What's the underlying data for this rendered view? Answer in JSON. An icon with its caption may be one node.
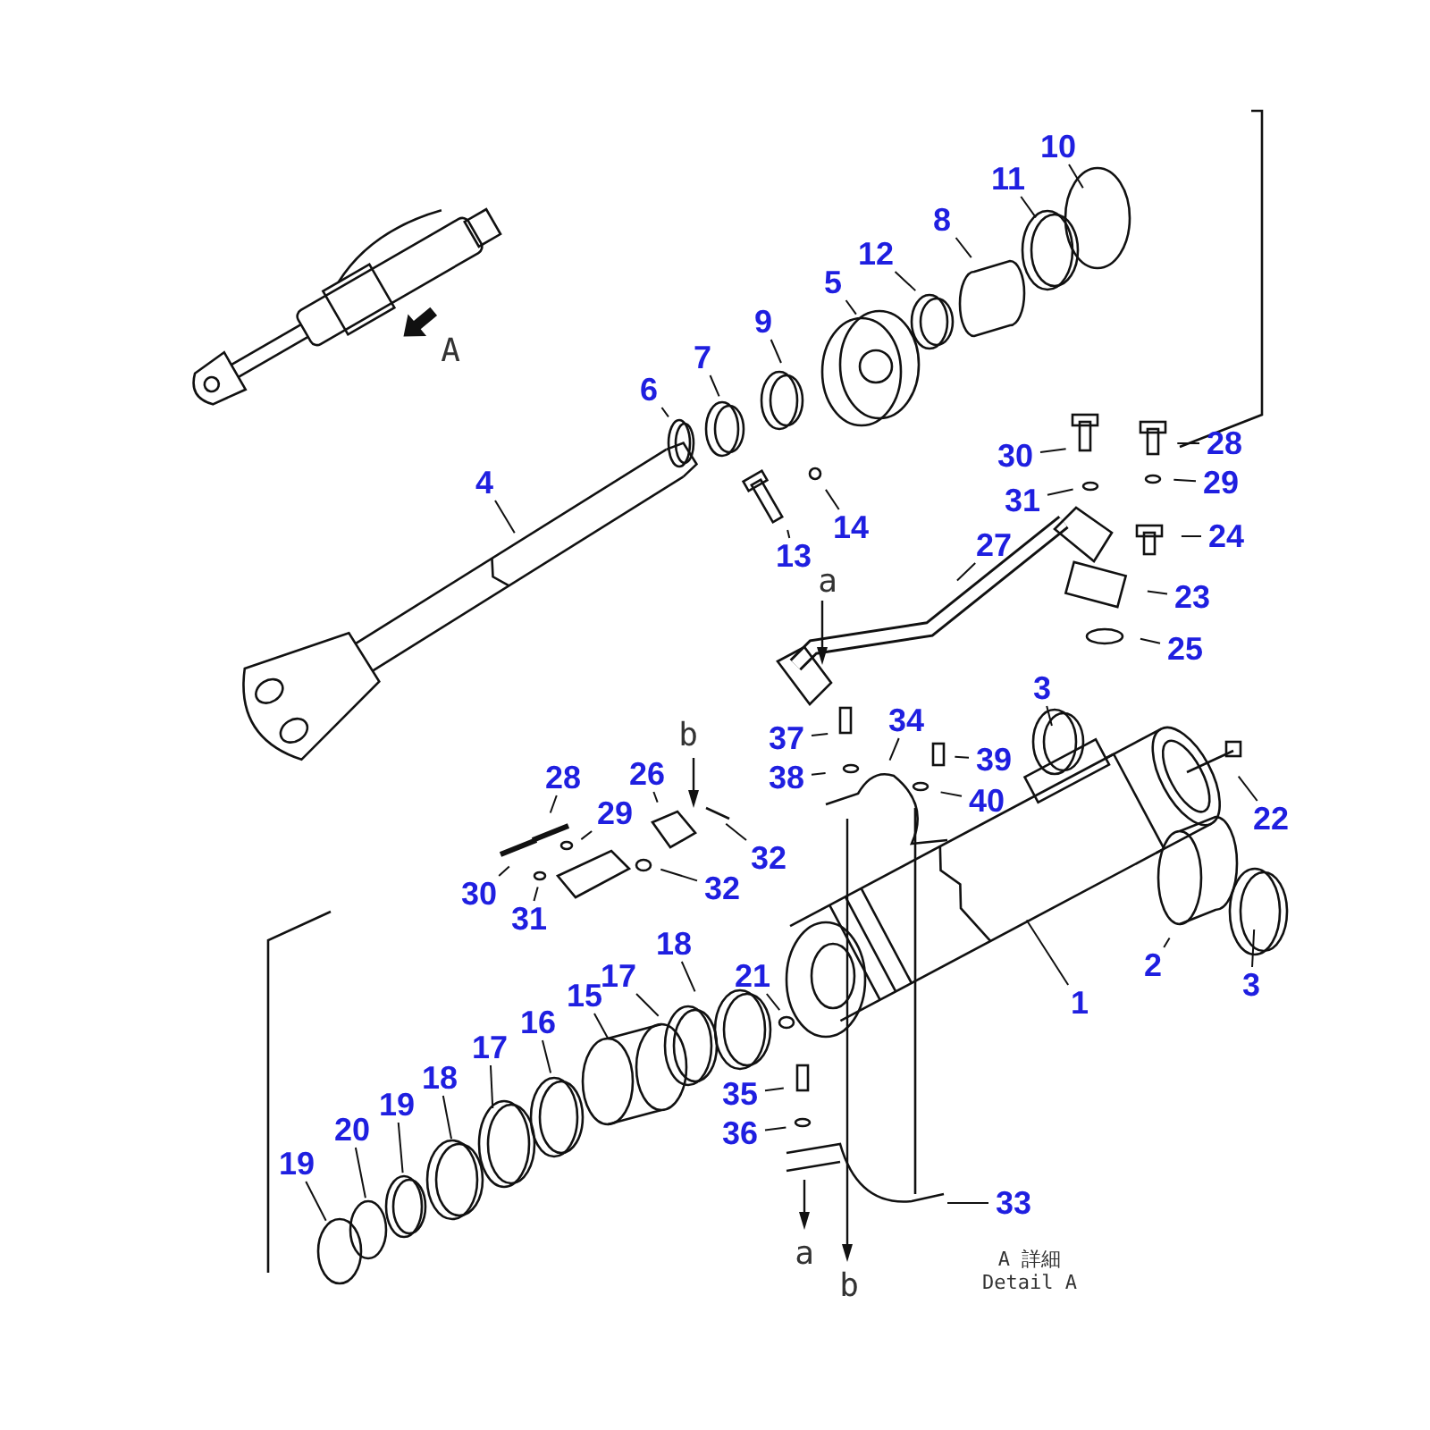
{
  "diagram": {
    "nodes": [
      {
        "text": [
          "10"
        ]
      },
      {
        "text": [
          "11"
        ]
      },
      {
        "text": [
          "8"
        ]
      },
      {
        "text": [
          "12"
        ]
      },
      {
        "text": [
          "5"
        ]
      },
      {
        "text": [
          "9"
        ]
      },
      {
        "text": [
          "7"
        ]
      },
      {
        "text": [
          "6"
        ]
      },
      {
        "text": [
          "4"
        ]
      },
      {
        "text": [
          "30"
        ]
      },
      {
        "text": [
          "28"
        ]
      },
      {
        "text": [
          "31"
        ]
      },
      {
        "text": [
          "29"
        ]
      },
      {
        "text": [
          "14"
        ]
      },
      {
        "text": [
          "24"
        ]
      },
      {
        "text": [
          "27"
        ]
      },
      {
        "text": [
          "13"
        ]
      },
      {
        "text": [
          "23"
        ]
      },
      {
        "text": [
          "25"
        ]
      },
      {
        "text": [
          "3"
        ]
      },
      {
        "text": [
          "34"
        ]
      },
      {
        "text": [
          "37"
        ]
      },
      {
        "text": [
          "39"
        ]
      },
      {
        "text": [
          "38"
        ]
      },
      {
        "text": [
          "40"
        ]
      },
      {
        "text": [
          "28"
        ]
      },
      {
        "text": [
          "26"
        ]
      },
      {
        "text": [
          "29"
        ]
      },
      {
        "text": [
          "22"
        ]
      },
      {
        "text": [
          "32"
        ]
      },
      {
        "text": [
          "32"
        ]
      },
      {
        "text": [
          "30"
        ]
      },
      {
        "text": [
          "31"
        ]
      },
      {
        "text": [
          "2"
        ]
      },
      {
        "text": [
          "18"
        ]
      },
      {
        "text": [
          "21"
        ]
      },
      {
        "text": [
          "17"
        ]
      },
      {
        "text": [
          "3"
        ]
      },
      {
        "text": [
          "15"
        ]
      },
      {
        "text": [
          "1"
        ]
      },
      {
        "text": [
          "16"
        ]
      },
      {
        "text": [
          "17"
        ]
      },
      {
        "text": [
          "18"
        ]
      },
      {
        "text": [
          "35"
        ]
      },
      {
        "text": [
          "19"
        ]
      },
      {
        "text": [
          "20"
        ]
      },
      {
        "text": [
          "36"
        ]
      },
      {
        "text": [
          "19"
        ]
      },
      {
        "text": [
          "33"
        ]
      }
    ],
    "edges": [
      {
        "from": 0,
        "to": null,
        "arrow": "none"
      },
      {
        "from": 1,
        "to": null,
        "arrow": "none"
      },
      {
        "from": 2,
        "to": null,
        "arrow": "none"
      },
      {
        "from": 3,
        "to": null,
        "arrow": "none"
      },
      {
        "from": 4,
        "to": null,
        "arrow": "none"
      },
      {
        "from": 5,
        "to": null,
        "arrow": "none"
      },
      {
        "from": 6,
        "to": null,
        "arrow": "none"
      },
      {
        "from": 7,
        "to": null,
        "arrow": "none"
      },
      {
        "from": 8,
        "to": null,
        "arrow": "none"
      },
      {
        "from": 9,
        "to": null,
        "arrow": "none"
      },
      {
        "from": 10,
        "to": null,
        "arrow": "none"
      },
      {
        "from": 11,
        "to": null,
        "arrow": "none"
      },
      {
        "from": 12,
        "to": null,
        "arrow": "none"
      },
      {
        "from": 13,
        "to": null,
        "arrow": "none"
      },
      {
        "from": 14,
        "to": null,
        "arrow": "none"
      },
      {
        "from": 15,
        "to": null,
        "arrow": "none"
      },
      {
        "from": 16,
        "to": null,
        "arrow": "none"
      },
      {
        "from": 17,
        "to": null,
        "arrow": "none"
      },
      {
        "from": 18,
        "to": null,
        "arrow": "none"
      },
      {
        "from": 19,
        "to": null,
        "arrow": "none"
      },
      {
        "from": 20,
        "to": null,
        "arrow": "none"
      },
      {
        "from": 21,
        "to": null,
        "arrow": "none"
      },
      {
        "from": 22,
        "to": null,
        "arrow": "none"
      },
      {
        "from": 23,
        "to": null,
        "arrow": "none"
      },
      {
        "from": 24,
        "to": null,
        "arrow": "none"
      },
      {
        "from": 25,
        "to": null,
        "arrow": "none"
      },
      {
        "from": 26,
        "to": null,
        "arrow": "none"
      },
      {
        "from": 27,
        "to": null,
        "arrow": "none"
      },
      {
        "from": 28,
        "to": null,
        "arrow": "none"
      },
      {
        "from": 29,
        "to": null,
        "arrow": "none"
      },
      {
        "from": 30,
        "to": null,
        "arrow": "none"
      },
      {
        "from": 31,
        "to": null,
        "arrow": "none"
      },
      {
        "from": 32,
        "to": null,
        "arrow": "none"
      },
      {
        "from": 33,
        "to": null,
        "arrow": "none"
      },
      {
        "from": 34,
        "to": null,
        "arrow": "none"
      },
      {
        "from": 35,
        "to": null,
        "arrow": "none"
      },
      {
        "from": 36,
        "to": null,
        "arrow": "none"
      },
      {
        "from": 37,
        "to": null,
        "arrow": "none"
      },
      {
        "from": 38,
        "to": null,
        "arrow": "none"
      },
      {
        "from": 39,
        "to": null,
        "arrow": "none"
      },
      {
        "from": 40,
        "to": null,
        "arrow": "none"
      },
      {
        "from": 41,
        "to": null,
        "arrow": "none"
      },
      {
        "from": 42,
        "to": null,
        "arrow": "none"
      },
      {
        "from": 43,
        "to": null,
        "arrow": "none"
      },
      {
        "from": 44,
        "to": null,
        "arrow": "none"
      },
      {
        "from": 45,
        "to": null,
        "arrow": "none"
      },
      {
        "from": 46,
        "to": null,
        "arrow": "none"
      },
      {
        "from": 47,
        "to": null,
        "arrow": "none"
      },
      {
        "from": 48,
        "to": null,
        "arrow": "none"
      }
    ],
    "labels": [
      "A",
      "a",
      "b",
      "a",
      "b",
      "A 詳細",
      "Detail A"
    ]
  }
}
